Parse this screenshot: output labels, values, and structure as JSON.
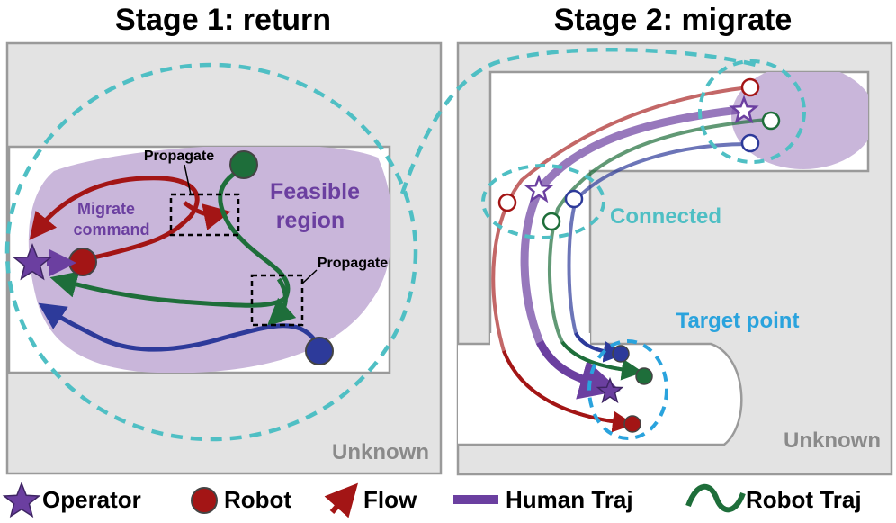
{
  "stage1": {
    "title": "Stage 1: return",
    "feasible_region": [
      "Feasible",
      "region"
    ],
    "migrate_command": [
      "Migrate",
      "command"
    ],
    "propagate_top": "Propagate",
    "propagate_mid": "Propagate",
    "unknown": "Unknown"
  },
  "stage2": {
    "title": "Stage 2: migrate",
    "connected": "Connected",
    "target_point": "Target point",
    "unknown": "Unknown"
  },
  "legend": {
    "operator": "Operator",
    "robot": "Robot",
    "flow": "Flow",
    "human_traj": "Human Traj",
    "robot_traj": "Robot Traj"
  },
  "colors": {
    "operator": "#6b3fa0",
    "robot_red": "#a31515",
    "robot_green": "#1e6e3a",
    "robot_blue": "#2d3a9a",
    "feasible": "#c9b6da",
    "unknown_bg": "#e3e3e3",
    "teal": "#4fbfc4",
    "target_blue": "#2aa3dd"
  }
}
